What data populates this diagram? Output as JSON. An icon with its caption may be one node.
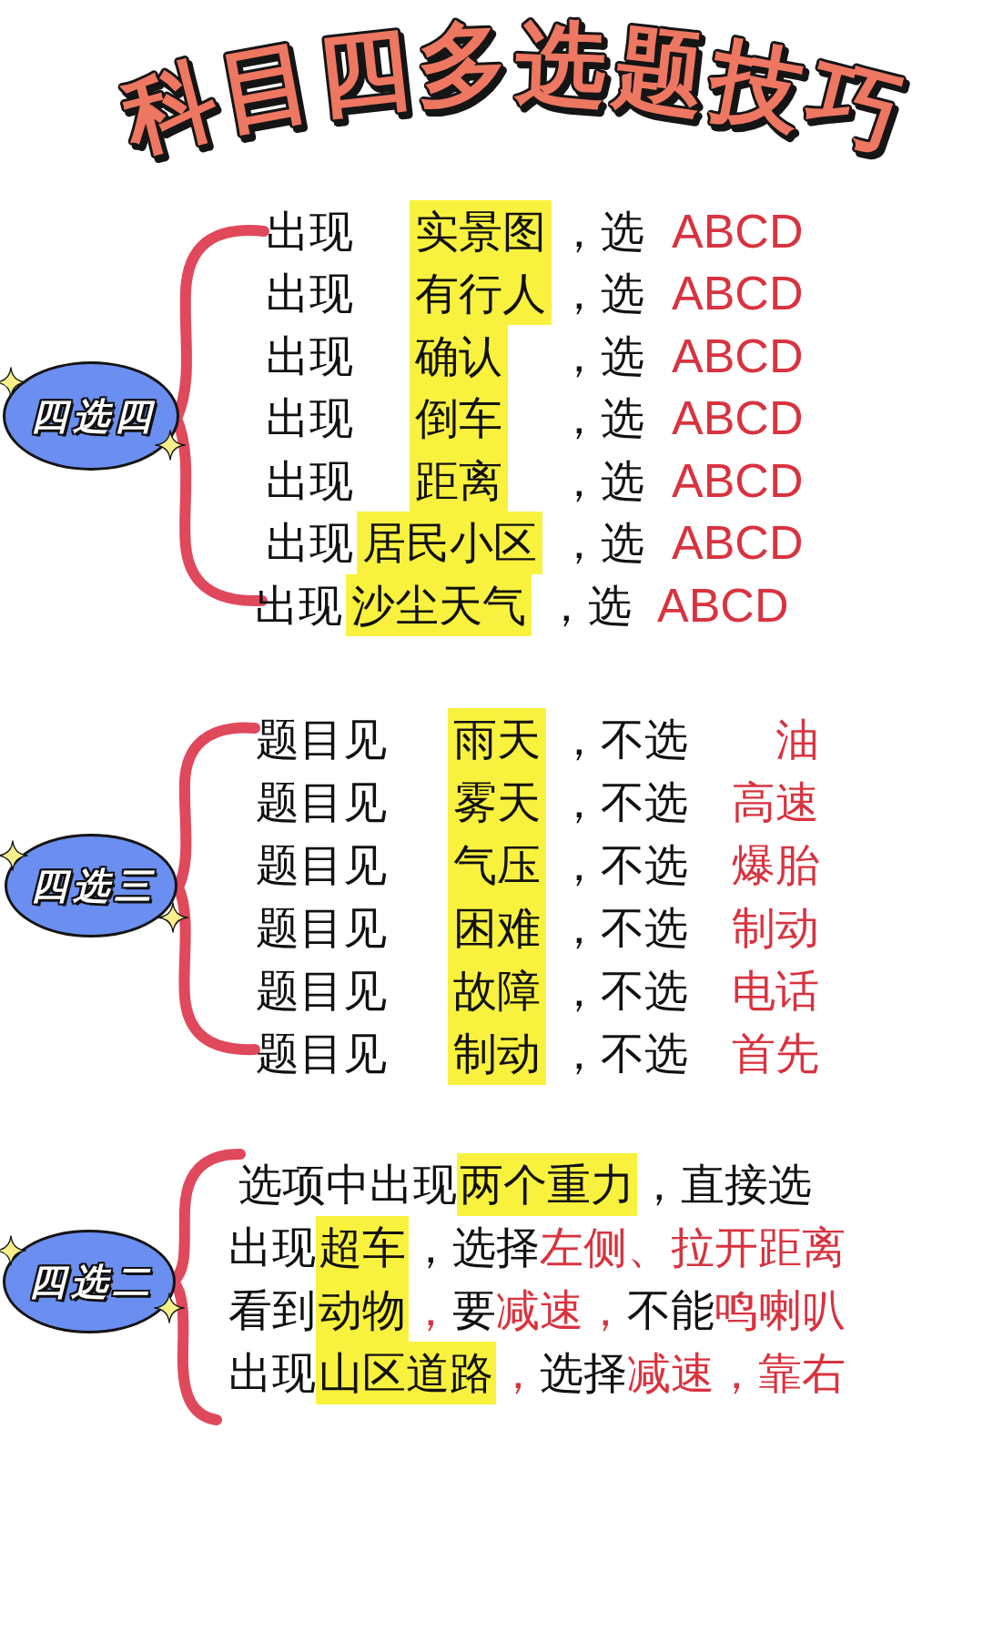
{
  "diagram": {
    "title": "科目四多选题技巧",
    "nodes": [
      {
        "text": [
          "四选四"
        ]
      },
      {
        "text": [
          "四选三"
        ]
      },
      {
        "text": [
          "四选二"
        ]
      }
    ],
    "labels": [
      "出现",
      "实景图",
      "，选",
      "ABCD",
      "出现",
      "有行人",
      "，选",
      "ABCD",
      "出现",
      "确认",
      "，选",
      "ABCD",
      "出现",
      "倒车",
      "，选",
      "ABCD",
      "出现",
      "距离",
      "，选",
      "ABCD",
      "出现",
      "居民小区",
      "，选",
      "ABCD",
      "出现",
      "沙尘天气",
      "，选",
      "ABCD",
      "题目见",
      "雨天",
      "，不选",
      "油",
      "题目见",
      "雾天",
      "，不选",
      "高速",
      "题目见",
      "气压",
      "，不选",
      "爆胎",
      "题目见",
      "困难",
      "，不选",
      "制动",
      "题目见",
      "故障",
      "，不选",
      "电话",
      "题目见",
      "制动",
      "，不选",
      "首先",
      "选项中出现",
      "两个重力",
      "，直接选",
      "出现",
      "超车",
      "，选择",
      "左侧、拉开距离",
      "看到",
      "动物",
      "，",
      "要",
      "减速，",
      "不能",
      "鸣喇叭",
      "出现",
      "山区道路",
      "，",
      "选择",
      "减速，靠右"
    ]
  }
}
